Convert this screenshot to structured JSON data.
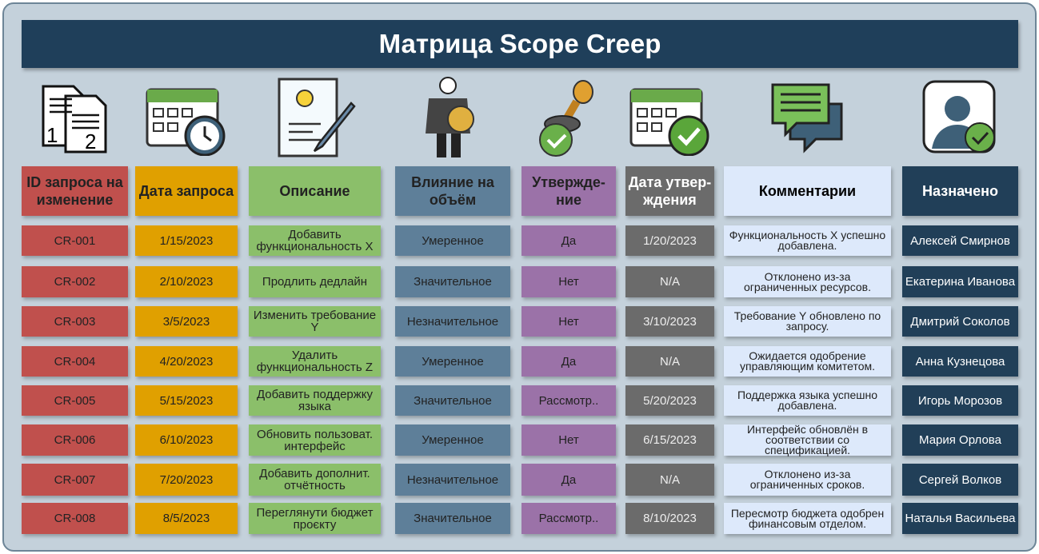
{
  "title": "Матрица Scope Creep",
  "columns": [
    "ID запроса на изменение",
    "Дата запроса",
    "Описание",
    "Влияние на объём",
    "Утвержде-ние",
    "Дата утвер-ждения",
    "Комментарии",
    "Назначено"
  ],
  "icons": [
    "documents-icon",
    "calendar-clock-icon",
    "idea-document-icon",
    "businessman-compass-icon",
    "approval-stamp-icon",
    "calendar-check-icon",
    "chat-icon",
    "user-check-icon"
  ],
  "rows": [
    [
      "CR-001",
      "1/15/2023",
      "Добавить функциональность X",
      "Умеренное",
      "Да",
      "1/20/2023",
      "Функциональность X успешно добавлена.",
      "Алексей Смирнов"
    ],
    [
      "CR-002",
      "2/10/2023",
      "Продлить дедлайн",
      "Значительное",
      "Нет",
      "N/A",
      "Отклонено из-за ограниченных ресурсов.",
      "Екатерина Иванова"
    ],
    [
      "CR-003",
      "3/5/2023",
      "Изменить требование Y",
      "Незначительное",
      "Нет",
      "3/10/2023",
      "Требование Y обновлено по запросу.",
      "Дмитрий Соколов"
    ],
    [
      "CR-004",
      "4/20/2023",
      "Удалить функциональность Z",
      "Умеренное",
      "Да",
      "N/A",
      "Ожидается одобрение управляющим комитетом.",
      "Анна Кузнецова"
    ],
    [
      "CR-005",
      "5/15/2023",
      "Добавить поддержку языка",
      "Значительное",
      "Рассмотр..",
      "5/20/2023",
      "Поддержка языка успешно добавлена.",
      "Игорь Морозов"
    ],
    [
      "CR-006",
      "6/10/2023",
      "Обновить пользоват. интерфейс",
      "Умеренное",
      "Нет",
      "6/15/2023",
      "Интерфейс обновлён в соответствии со спецификацией.",
      "Мария Орлова"
    ],
    [
      "CR-007",
      "7/20/2023",
      "Добавить дополнит. отчётность",
      "Незначительное",
      "Да",
      "N/A",
      "Отклонено из-за ограниченных сроков.",
      "Сергей Волков"
    ],
    [
      "CR-008",
      "8/5/2023",
      "Переглянути бюджет проєкту",
      "Значительное",
      "Рассмотр..",
      "8/10/2023",
      "Пересмотр бюджета одобрен финансовым отделом.",
      "Наталья Васильева"
    ]
  ]
}
